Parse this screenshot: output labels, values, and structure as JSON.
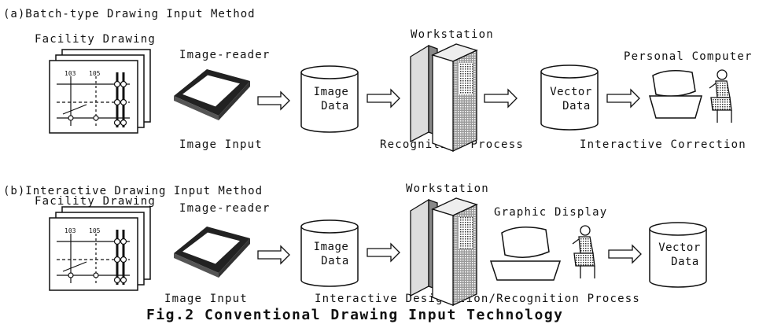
{
  "section_a": {
    "heading": "(a)Batch-type Drawing Input Method",
    "facility_label": "Facility Drawing",
    "reader_label": "Image-reader",
    "image_data": [
      "Image",
      "Data"
    ],
    "workstation_label": "Workstation",
    "vector_data": [
      "Vector",
      "Data"
    ],
    "pc_label": "Personal Computer",
    "step1": "Image Input",
    "step2": "Recognition Process",
    "step3": "Interactive Correction"
  },
  "section_b": {
    "heading": "(b)Interactive Drawing Input Method",
    "facility_label": "Facility Drawing",
    "reader_label": "Image-reader",
    "image_data": [
      "Image",
      "Data"
    ],
    "workstation_label": "Workstation",
    "display_label": "Graphic Display",
    "vector_data": [
      "Vector",
      "Data"
    ],
    "step1": "Image Input",
    "step2": "Interactive Designation/Recognition Process"
  },
  "caption": "Fig.2 Conventional Drawing Input Technology",
  "colors": {
    "ink": "#111111",
    "paper": "#ffffff",
    "gray": "#555555"
  }
}
